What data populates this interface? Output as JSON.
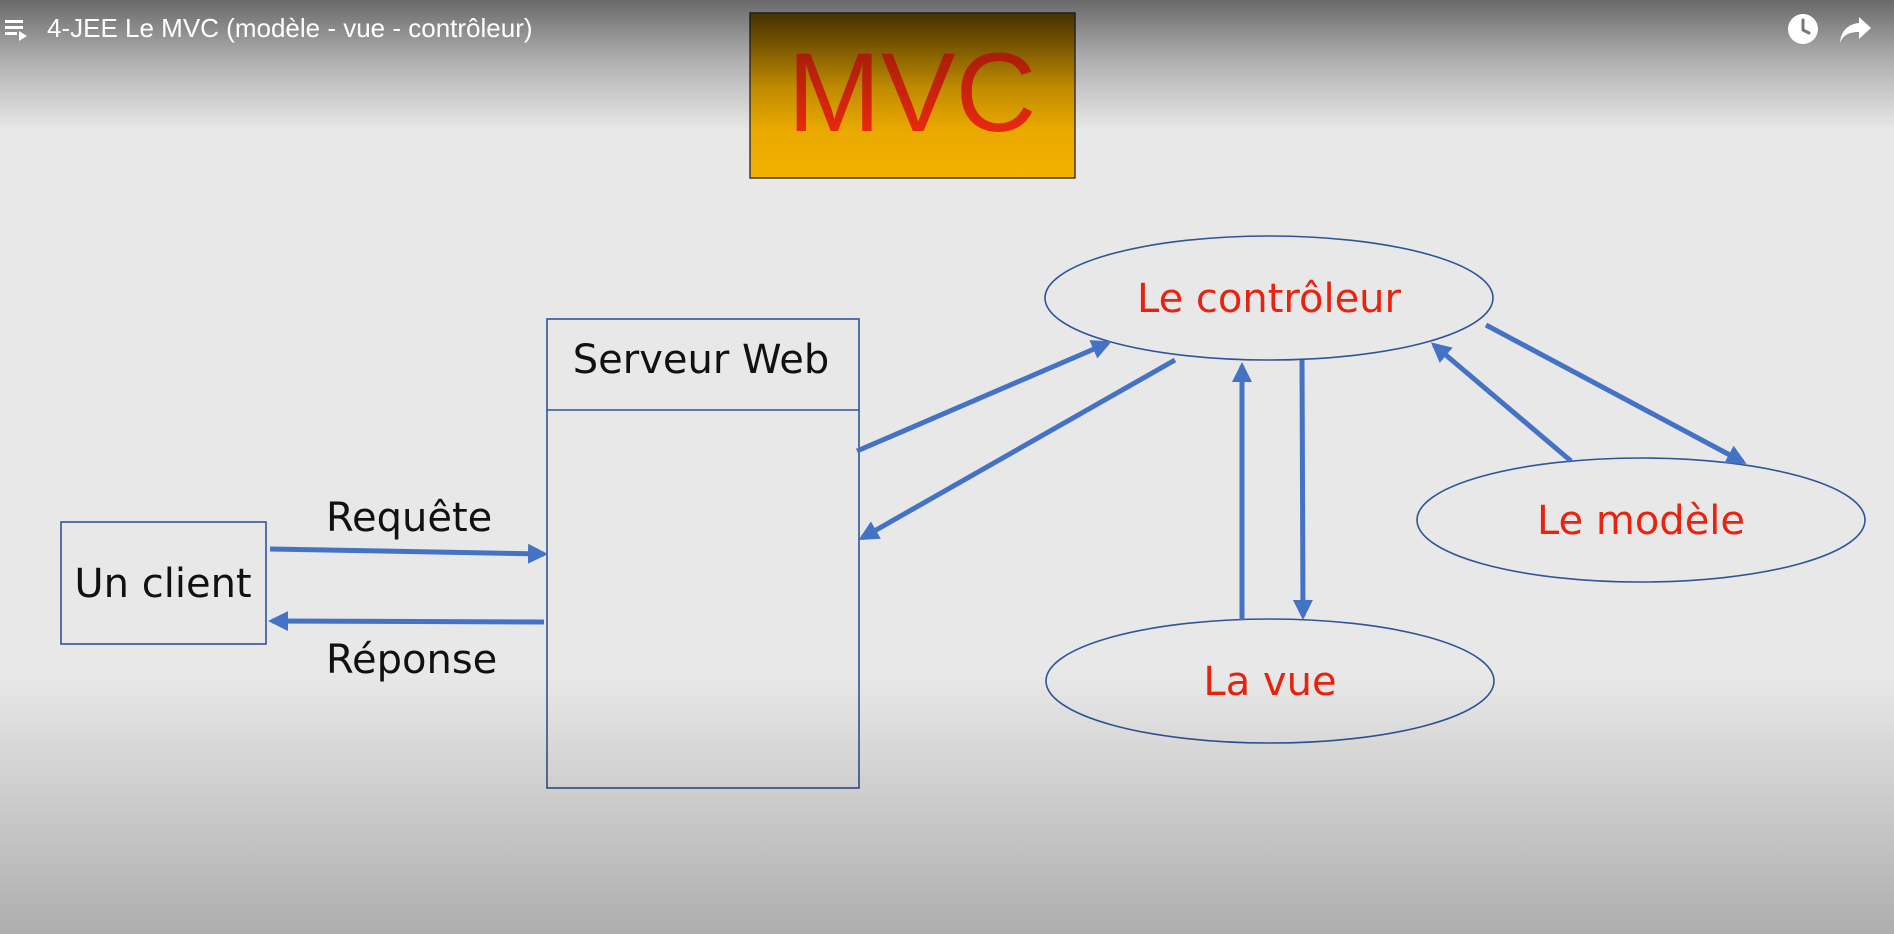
{
  "player": {
    "video_title": "4-JEE Le MVC (modèle - vue - contrôleur)",
    "top_left_icon": "playlist-icon",
    "top_right_icons": [
      "watch-later-icon",
      "share-icon"
    ]
  },
  "slide": {
    "title": "MVC",
    "title_color": "#e8280e",
    "title_box_color": "#f0ab00",
    "client_label": "Un client",
    "server_label": "Serveur Web",
    "request_label": "Requête",
    "response_label": "Réponse",
    "controller_label": "Le contrôleur",
    "model_label": "Le modèle",
    "view_label": "La vue",
    "component_text_color": "#e8230f",
    "arrow_color": "#4472c4",
    "outline_color": "#2f5597"
  }
}
